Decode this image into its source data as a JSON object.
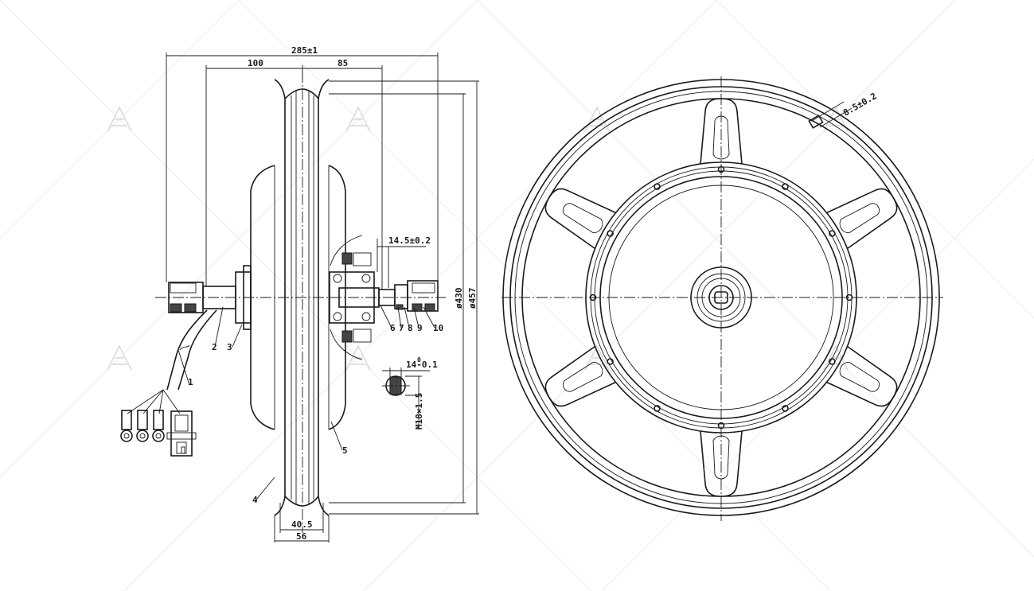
{
  "dimensions": {
    "overall_width": "285±1",
    "left_shaft": "100",
    "right_shaft": "85",
    "bearing_offset": "14.5±0.2",
    "rim_inner_width": "40.5",
    "rim_outer_width": "56",
    "rim_diameter_inner": "ø430",
    "rim_diameter_outer": "ø457",
    "flat_width": "14-0.1",
    "flat_tol_upper": "0",
    "thread": "M18×1.5",
    "valve_hole": "8.5±0.2"
  },
  "part_labels": [
    "1",
    "2",
    "3",
    "4",
    "5",
    "6",
    "7",
    "8",
    "9",
    "10"
  ]
}
